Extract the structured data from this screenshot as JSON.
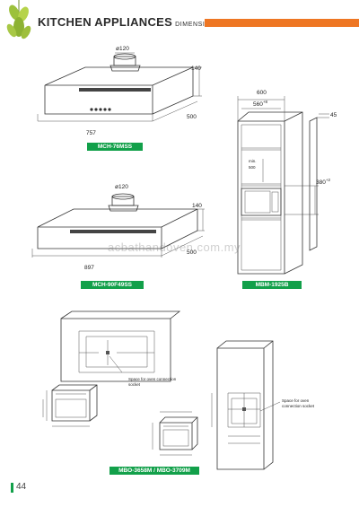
{
  "header": {
    "title": "KITCHEN APPLIANCES",
    "subtitle": "DIMENSION"
  },
  "colors": {
    "accent": "#ee7623",
    "label_green": "#12a04a"
  },
  "watermark": "acbathandoven.com.my",
  "hood1": {
    "model": "MCH-76MSS",
    "duct": "ø120",
    "height": "140",
    "depth": "500",
    "width": "757"
  },
  "hood2": {
    "model": "MCH-90F49SS",
    "duct": "ø120",
    "height": "140",
    "depth": "500",
    "width": "897"
  },
  "cabinet": {
    "model": "MBM-1925B",
    "width": "600",
    "inner_width": "560",
    "inner_tol": "+8",
    "side": "45",
    "min_label": "min.",
    "min_value": "500",
    "opening": "380",
    "opening_tol": "+2"
  },
  "ovens": {
    "models": "MBO-3658M  / MBO-3709M",
    "socket_note_1": "Space for oven connection socket",
    "socket_note_2": "Space for oven connection socket"
  },
  "page_number": "44"
}
